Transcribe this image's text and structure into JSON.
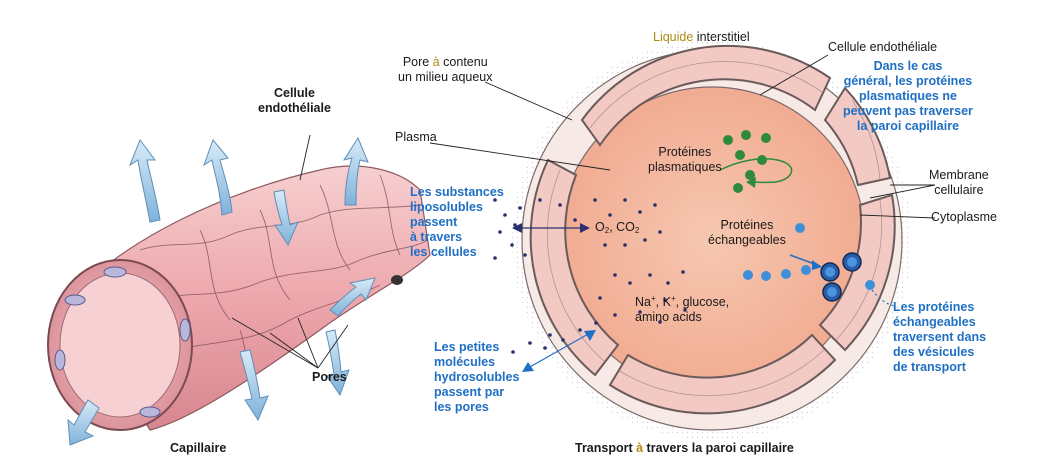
{
  "left_panel": {
    "caption": "Capillaire",
    "label_endothelial": [
      "Cellule",
      "endothéliale"
    ],
    "label_pores": "Pores"
  },
  "right_panel": {
    "caption_prefix": "Transport ",
    "caption_a": "à",
    "caption_suffix": " travers la paroi capillaire",
    "interstitial_prefix": "Liquide ",
    "interstitial_suffix": "interstitiel",
    "pore_line1_prefix": "Pore ",
    "pore_line1_a": "à",
    "pore_line1_suffix": " contenu",
    "pore_line2": "un milieu aqueux",
    "plasma": "Plasma",
    "endothelial_cell": "Cellule endothéliale",
    "general_note": [
      "Dans le cas",
      "général, les protéines",
      "plasmatiques ne",
      "peuvent pas traverser",
      "la paroi capillaire"
    ],
    "membrane": [
      "Membrane",
      "cellulaire"
    ],
    "cytoplasm": "Cytoplasme",
    "plasma_proteins": [
      "Protéines",
      "plasmatiques"
    ],
    "exchangeable_proteins": [
      "Protéines",
      "échangeables"
    ],
    "gases_o": "O",
    "gases_sub1": "2",
    "gases_mid": ", CO",
    "gases_sub2": "2",
    "ions_na": "Na",
    "ions_plus1": "+",
    "ions_k": ", K",
    "ions_plus2": "+",
    "ions_rest": ", glucose,",
    "ions_line2": "amino acids",
    "liposoluble_note": [
      "Les substances",
      "liposolubles",
      "passent",
      "à travers",
      "les cellules"
    ],
    "hydrosoluble_note": [
      "Les petites",
      "molécules",
      "hydrosolubles",
      "passent par",
      "les pores"
    ],
    "vesicle_note": [
      "Les protéines",
      "échangeables",
      "traversent dans",
      "des vésicules",
      "de transport"
    ]
  },
  "colors": {
    "accent_blue": "#1f6fc4",
    "plasma_fill": "#f4b9a0",
    "cell_fill": "#f2c9c3",
    "wall_stroke": "#6a5a5a",
    "protein_green": "#2f8a3c",
    "dot_navy": "#2b2f6e",
    "vesicle_blue": "#3f8fd8",
    "highlight_gold": "#b08a10"
  }
}
